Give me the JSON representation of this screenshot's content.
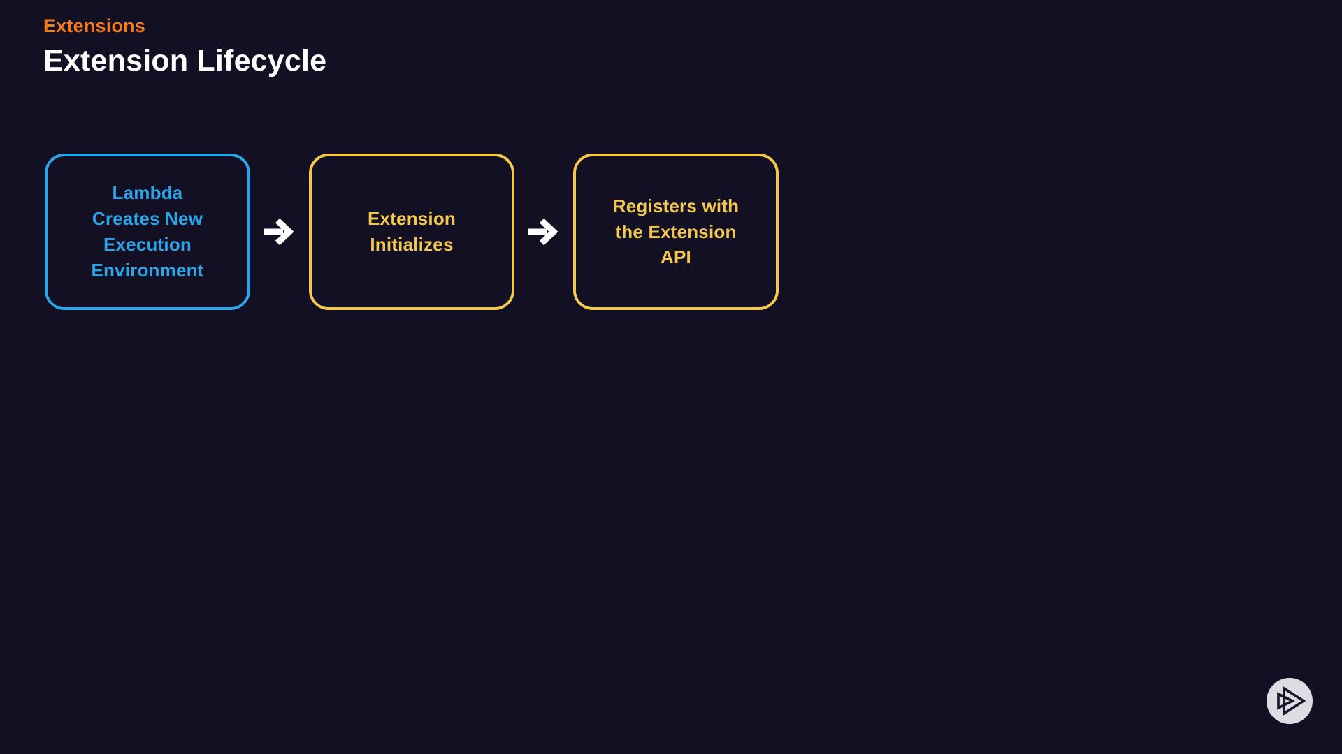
{
  "page": {
    "background_color": "#131024"
  },
  "header": {
    "eyebrow": "Extensions",
    "eyebrow_color": "#F4791C",
    "title": "Extension Lifecycle",
    "title_color": "#FFFFFF"
  },
  "diagram": {
    "type": "flow",
    "direction": "left-to-right",
    "arrow_color": "#FFFFFF",
    "steps": [
      {
        "label": "Lambda\nCreates New\nExecution\nEnvironment",
        "color": "#2BA4E8"
      },
      {
        "label": "Extension\nInitializes",
        "color": "#F2C84E"
      },
      {
        "label": "Registers with\nthe Extension\nAPI",
        "color": "#F2C84E"
      }
    ]
  },
  "footer": {
    "logo": "pluralsight-logo",
    "logo_circle_color": "#DEDCE2",
    "logo_glyph_color": "#17132A"
  }
}
